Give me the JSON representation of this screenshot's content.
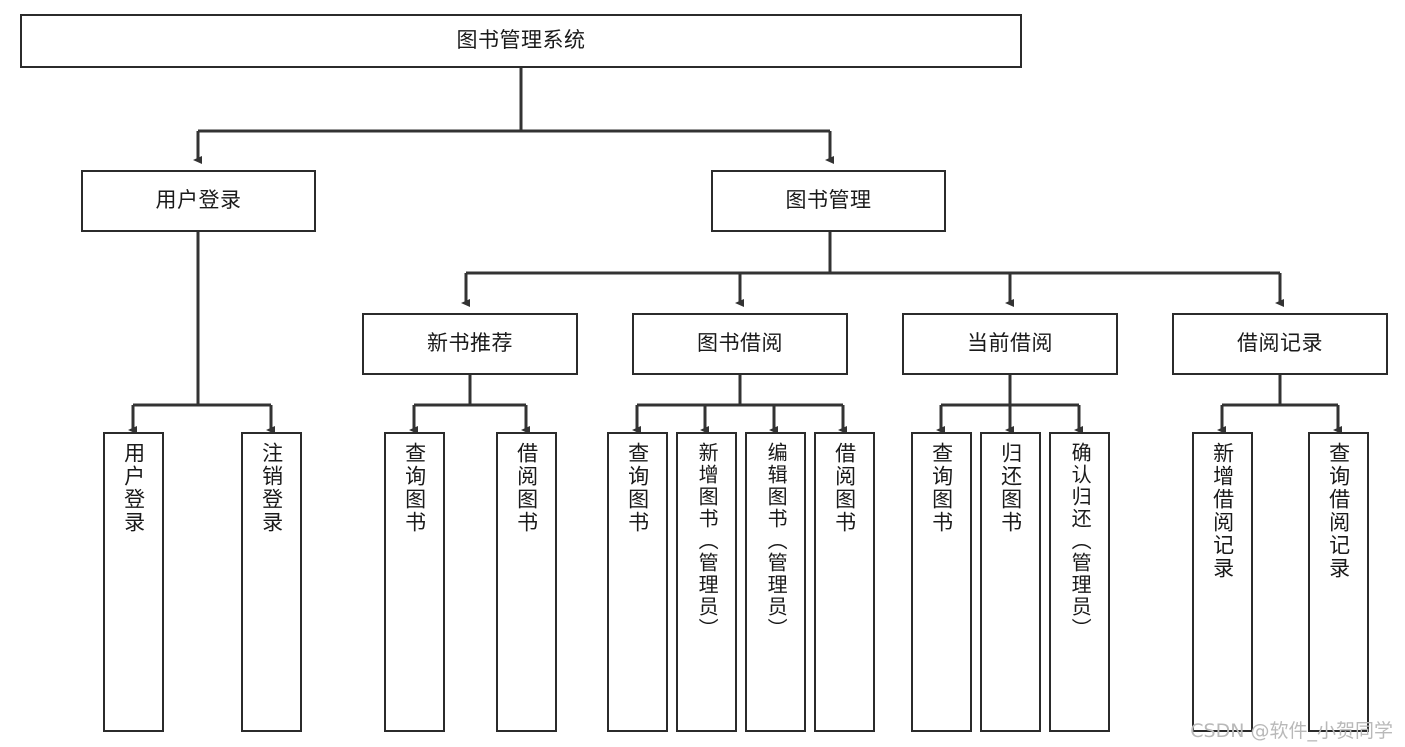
{
  "diagram": {
    "title": "图书管理系统",
    "type": "hierarchy-tree",
    "watermark": "CSDN @软件_小贺同学",
    "colors": {
      "box_border": "#2b2b2b",
      "box_fill": "#ffffff",
      "edge": "#333333",
      "text": "#1a1a1a",
      "watermark": "#b9b9b9"
    },
    "nodes": {
      "root": {
        "label": "图书管理系统"
      },
      "level2": [
        {
          "id": "user-login",
          "label": "用户登录"
        },
        {
          "id": "book-management",
          "label": "图书管理"
        }
      ],
      "level3": [
        {
          "id": "new-book-recommend",
          "label": "新书推荐"
        },
        {
          "id": "book-borrow",
          "label": "图书借阅"
        },
        {
          "id": "current-borrow",
          "label": "当前借阅"
        },
        {
          "id": "borrow-record",
          "label": "借阅记录"
        }
      ],
      "leaves": {
        "user_login": [
          {
            "id": "leaf-user-login",
            "label": "用户登录"
          },
          {
            "id": "leaf-logout-login",
            "label": "注销登录"
          }
        ],
        "new_book_recommend": [
          {
            "id": "leaf-query-book-1",
            "label": "查询图书"
          },
          {
            "id": "leaf-borrow-book-1",
            "label": "借阅图书"
          }
        ],
        "book_borrow": [
          {
            "id": "leaf-query-book-2",
            "label": "查询图书"
          },
          {
            "id": "leaf-add-book",
            "label": "新增图书（管理员）"
          },
          {
            "id": "leaf-edit-book",
            "label": "编辑图书（管理员）"
          },
          {
            "id": "leaf-borrow-book-2",
            "label": "借阅图书"
          }
        ],
        "current_borrow": [
          {
            "id": "leaf-query-book-3",
            "label": "查询图书"
          },
          {
            "id": "leaf-return-book",
            "label": "归还图书"
          },
          {
            "id": "leaf-confirm-return",
            "label": "确认归还（管理员）"
          }
        ],
        "borrow_record": [
          {
            "id": "leaf-add-record",
            "label": "新增借阅记录"
          },
          {
            "id": "leaf-query-record",
            "label": "查询借阅记录"
          }
        ]
      }
    }
  }
}
